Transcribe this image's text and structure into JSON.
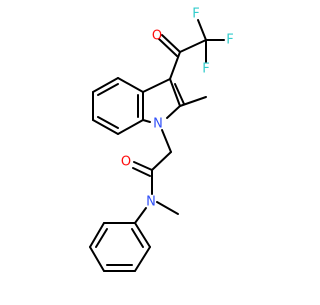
{
  "molecule": {
    "atom_labels": {
      "f_top": "F",
      "f_right": "F",
      "f_bottom": "F",
      "o_ketone": "O",
      "n_indole": "N",
      "o_amide": "O",
      "n_amide": "N"
    },
    "colors": {
      "bond": "#000000",
      "fluorine": "#33cccc",
      "oxygen": "#ff0d0d",
      "nitrogen": "#3050f8",
      "background": "#ffffff"
    }
  }
}
